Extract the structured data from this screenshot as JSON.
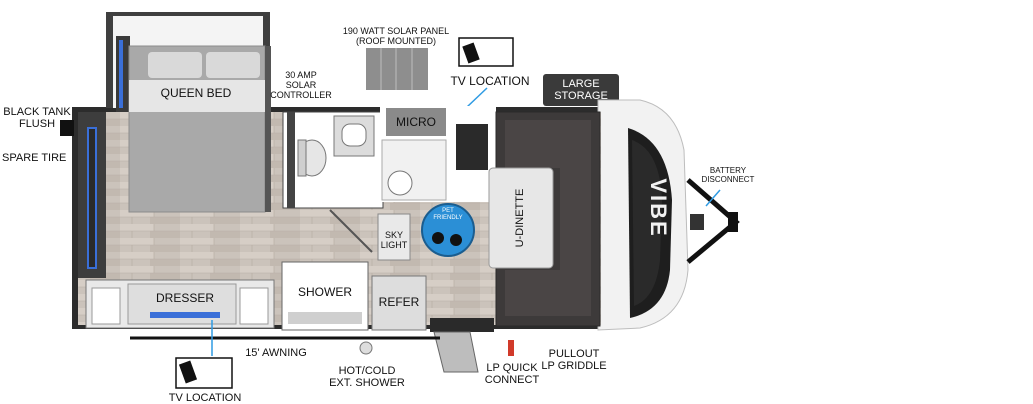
{
  "labels": {
    "queen_bed": "QUEEN BED",
    "solar_panel": "190 WATT SOLAR PANEL\n(ROOF MOUNTED)",
    "solar_controller": "30 AMP\nSOLAR\nCONTROLLER",
    "tv_location_top": "TV LOCATION",
    "large_storage": "LARGE\nSTORAGE",
    "black_tank_flush": "BLACK TANK\nFLUSH",
    "spare_tire": "SPARE TIRE",
    "micro": "MICRO",
    "battery_disconnect": "BATTERY\nDISCONNECT",
    "u_dinette": "U-DINETTE",
    "sky_light": "SKY\nLIGHT",
    "pet_friendly": "PET\nFRIENDLY",
    "dresser": "DRESSER",
    "shower": "SHOWER",
    "refer": "REFER",
    "awning": "15' AWNING",
    "ext_shower": "HOT/COLD\nEXT. SHOWER",
    "lp_quick_connect": "LP QUICK\nCONNECT",
    "pullout_griddle": "PULLOUT\nLP GRIDDLE",
    "tv_location_bottom": "TV LOCATION",
    "logo": "VIBE"
  },
  "colors": {
    "wood_floor": "#cfc7bf",
    "bed": "#a9a9a9",
    "dinette": "#3d3a3a",
    "counter": "#d9d9d9",
    "pet_badge": "#2b8fd6",
    "accent_blue": "#3a6fd8"
  }
}
